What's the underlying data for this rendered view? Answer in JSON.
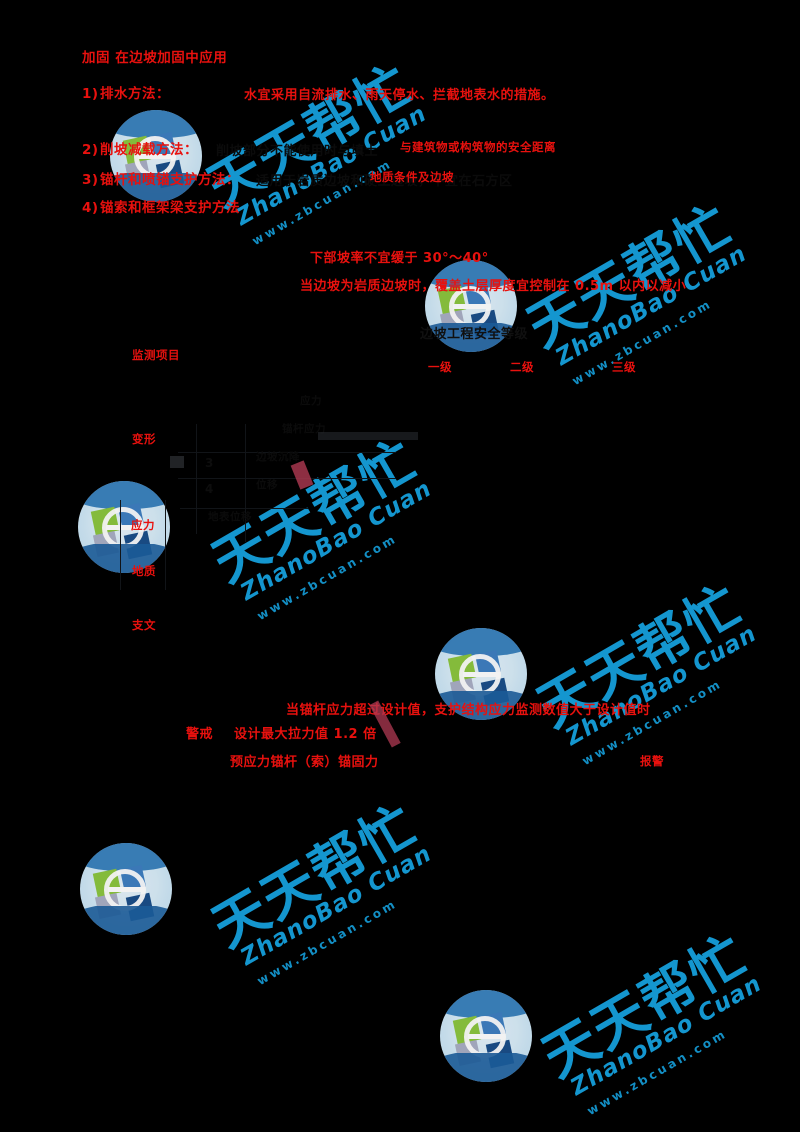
{
  "page": {
    "background_color": "#000000",
    "text_color": "#e8110e",
    "watermark_color": "#169fdb"
  },
  "section": {
    "heading": "加固  在边坡加固中应用",
    "items": [
      {
        "num": "1)",
        "label": "排水方法：",
        "detail": "水宜采用自流排水、雨天停水、拦截地表水的措施。"
      },
      {
        "num": "2)",
        "label": "削坡减载方法：",
        "detail": "削坡部分不能使用时与填土"
      },
      {
        "num": "3)",
        "label": "锚杆和喷锚支护方法：",
        "detail": "适用于岩质边坡和硬土边坡，不宜在石方区"
      },
      {
        "num": "4)",
        "label": "锚索和框架梁支护方法",
        "detail": ""
      }
    ],
    "notes": [
      "与建筑物或构筑物的安全距离",
      "地质条件及边坡",
      "下部坡率不宜缓于 30°～40°",
      "当边坡为岩质边坡时，覆盖土层厚度宜控制在 0.5m 以内以减小"
    ]
  },
  "monitor": {
    "title": "边坡工程安全等级",
    "levels": [
      "一级",
      "二级",
      "三级"
    ],
    "row_labels": [
      "监测项目",
      "变形",
      "应力",
      "地质",
      "支文"
    ],
    "cell_numbers": [
      "3",
      "4"
    ],
    "inner_labels": [
      "应力",
      "锚杆应力",
      "边坡沉降",
      "位移",
      "地表位移"
    ]
  },
  "criteria": {
    "line1": "当锚杆应力超过设计值，支护结构应力监测数值大于设计值时",
    "line2_label": "警戒",
    "line2": "设计最大拉力值 1.2 倍",
    "line3": "预应力锚杆（索）锚固力",
    "line4_tag": "报警"
  },
  "watermarks": [
    {
      "cn": "天天帮忙",
      "py": "ZhanoBao Cuan",
      "sub": "www.zbcuan.com"
    },
    {
      "cn": "天天帮忙",
      "py": "ZhanoBao Cuan",
      "sub": "www.zbcuan.com"
    },
    {
      "cn": "天天帮忙",
      "py": "ZhanoBao Cuan",
      "sub": "www.zbcuan.com"
    },
    {
      "cn": "天天帮忙",
      "py": "ZhanoBao Cuan",
      "sub": "www.zbcuan.com"
    },
    {
      "cn": "天天帮忙",
      "py": "ZhanoBao Cuan",
      "sub": "www.zbcuan.com"
    },
    {
      "cn": "天天帮忙",
      "py": "ZhanoBao Cuan",
      "sub": "www.zbcuan.com"
    }
  ]
}
